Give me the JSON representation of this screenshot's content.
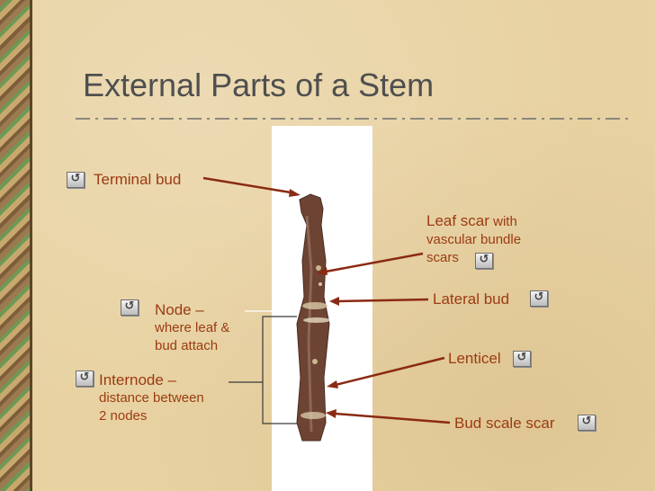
{
  "slide": {
    "title": "External Parts of a Stem"
  },
  "labels": {
    "terminal_bud": "Terminal bud",
    "leaf_scar_main": "Leaf scar",
    "leaf_scar_with": " with",
    "leaf_scar_line2": "vascular bundle",
    "leaf_scar_line3": "scars",
    "lateral_bud": "Lateral bud",
    "lenticel": "Lenticel",
    "bud_scale_scar": "Bud scale scar",
    "node_main": "Node –",
    "node_line2": "where leaf &",
    "node_line3": "bud attach",
    "internode_main": "Internode –",
    "internode_line2": "distance between",
    "internode_line3": "2 nodes"
  },
  "icons": {
    "return_glyph": "↺",
    "name": "return-button-icon"
  },
  "colors": {
    "background": "#e8d2a2",
    "title": "#4f4f4f",
    "label": "#9b3b12",
    "arrow": "#8a2a12",
    "stem": "#6d4433"
  }
}
